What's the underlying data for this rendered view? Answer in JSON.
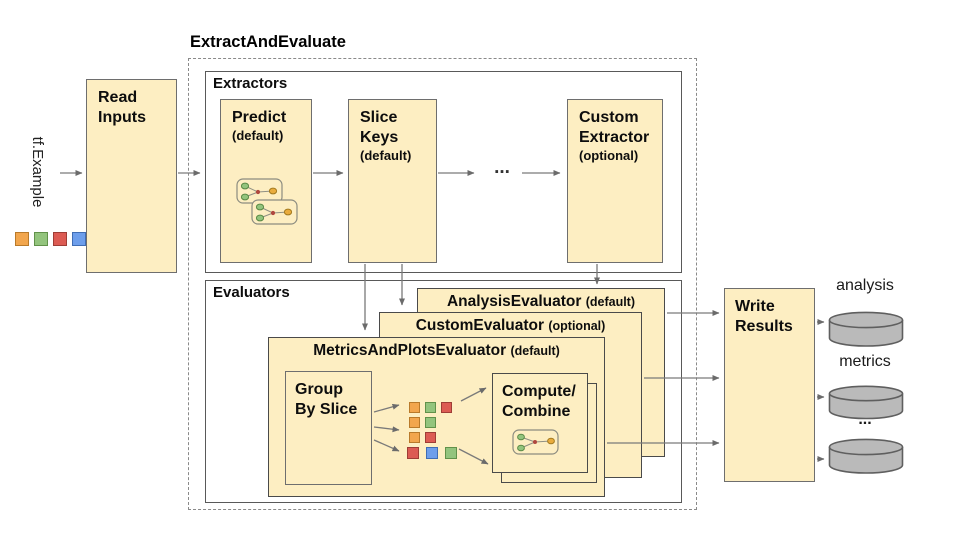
{
  "title": "ExtractAndEvaluate",
  "input": {
    "label": "tf.Example"
  },
  "read_inputs": {
    "lines": [
      "Read",
      "Inputs"
    ]
  },
  "extractors": {
    "label": "Extractors",
    "predict": {
      "title": "Predict",
      "sub": "(default)"
    },
    "slice_keys": {
      "lines": [
        "Slice",
        "Keys"
      ],
      "sub": "(default)"
    },
    "ellipsis": "...",
    "custom": {
      "lines": [
        "Custom",
        "Extractor"
      ],
      "sub": "(optional)"
    }
  },
  "evaluators": {
    "label": "Evaluators",
    "analysis": {
      "title": "AnalysisEvaluator",
      "sub": "(default)"
    },
    "custom": {
      "title": "CustomEvaluator",
      "sub": "(optional)"
    },
    "metrics_and_plots": {
      "title": "MetricsAndPlotsEvaluator",
      "sub": "(default)"
    },
    "group_by_slice": {
      "lines": [
        "Group",
        "By Slice"
      ]
    },
    "compute_combine": {
      "lines": [
        "Compute/",
        "Combine"
      ]
    }
  },
  "write_results": {
    "lines": [
      "Write",
      "Results"
    ]
  },
  "outputs": {
    "labels": [
      "analysis",
      "metrics",
      "..."
    ]
  },
  "slices": {
    "legend": [
      "orange",
      "green",
      "red",
      "blue"
    ],
    "grid": [
      [
        "orange",
        "green",
        "red"
      ],
      [
        "orange",
        "green"
      ],
      [
        "orange",
        "red"
      ],
      [
        "red",
        "blue",
        "green"
      ]
    ]
  },
  "icons": {
    "predict_icon": "model-network-icon",
    "compute_icon": "model-network-icon",
    "output_icon": "database-cylinder-icon"
  },
  "colors": {
    "box_fill": "#fdeec2",
    "box_border": "#6e6e6e",
    "container_border": "#595959",
    "dash_border": "#8a8a8a",
    "arrow": "#7a7a7a",
    "cylinder_fill": "#bababa",
    "cylinder_border": "#5f5f5f",
    "squares": {
      "orange": {
        "fill": "#f2a64d",
        "border": "#b97a2a"
      },
      "green": {
        "fill": "#93c47d",
        "border": "#61914a"
      },
      "red": {
        "fill": "#dc5b53",
        "border": "#9e3d36"
      },
      "blue": {
        "fill": "#6d9eeb",
        "border": "#3f6db4"
      }
    }
  }
}
